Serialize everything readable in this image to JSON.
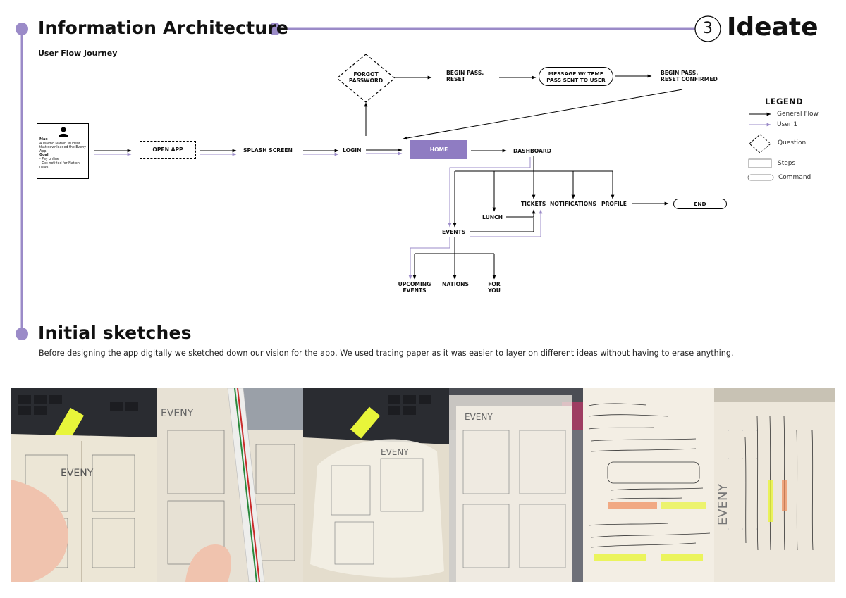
{
  "header": {
    "section_title": "Information Architecture",
    "step_number": "3",
    "step_title": "Ideate",
    "accent_color": "#9b8bc8"
  },
  "flow": {
    "subtitle": "User Flow Journey",
    "persona": {
      "name": "Max",
      "description": "A Malmö Nation student that downloaded the Eveny App.",
      "goal_label": "Goal",
      "goals": [
        "- Pay online",
        "- Get notified for Nation news"
      ]
    },
    "nodes": {
      "open_app": "OPEN APP",
      "splash_screen": "SPLASH SCREEN",
      "login": "LOGIN",
      "forgot_password": [
        "FORGOT",
        "PASSWORD"
      ],
      "begin_pass_reset": [
        "BEGIN PASS.",
        "RESET"
      ],
      "message_temp_pass": [
        "MESSAGE W/ TEMP",
        "PASS SENT TO USER"
      ],
      "begin_pass_reset_confirmed": [
        "BEGIN PASS.",
        "RESET CONFIRMED"
      ],
      "home": "HOME",
      "dashboard": "DASHBOARD",
      "tickets": "TICKETS",
      "notifications": "NOTIFICATIONS",
      "profile": "PROFILE",
      "end": "END",
      "lunch": "LUNCH",
      "events": "EVENTS",
      "upcoming_events": [
        "UPCOMING",
        "EVENTS"
      ],
      "nations": "NATIONS",
      "for_you": [
        "FOR",
        "YOU"
      ]
    },
    "legend": {
      "title": "LEGEND",
      "general_flow": "General Flow",
      "user1": "User 1",
      "question": "Question",
      "steps": "Steps",
      "command": "Command"
    },
    "flow_color": "#000000",
    "user_color": "#9b8bc8",
    "home_color": "#8f7cc2"
  },
  "sketches": {
    "title": "Initial sketches",
    "description": "Before designing the app digitally we sketched down our vision for the app. We used tracing paper as it was easier to layer on different ideas without having to erase anything."
  }
}
